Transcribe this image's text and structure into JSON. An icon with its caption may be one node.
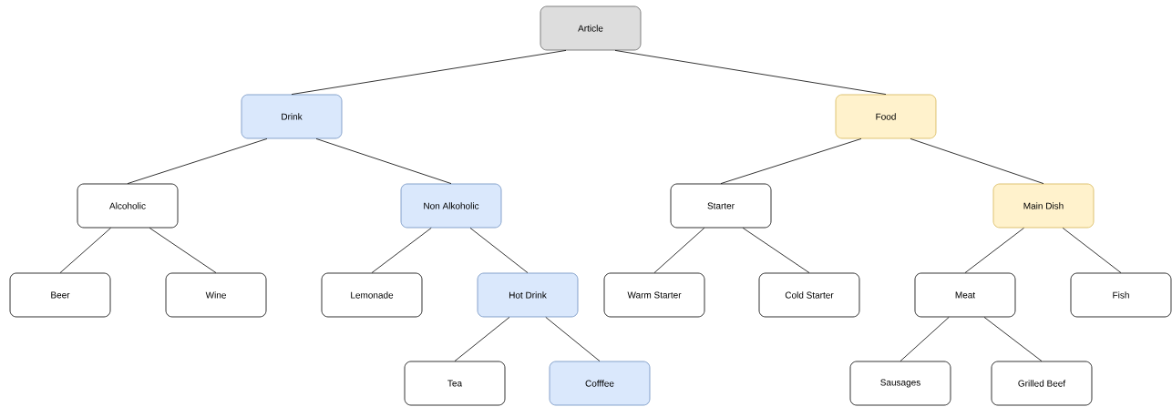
{
  "diagram": {
    "nodes": [
      {
        "text": [
          "Article"
        ]
      },
      {
        "text": [
          "Drink"
        ]
      },
      {
        "text": [
          "Food"
        ]
      },
      {
        "text": [
          "Alcoholic"
        ]
      },
      {
        "text": [
          "Non Alkoholic"
        ]
      },
      {
        "text": [
          "Starter"
        ]
      },
      {
        "text": [
          "Main Dish"
        ]
      },
      {
        "text": [
          "Beer"
        ]
      },
      {
        "text": [
          "Wine"
        ]
      },
      {
        "text": [
          "Lemonade"
        ]
      },
      {
        "text": [
          "Hot Drink"
        ]
      },
      {
        "text": [
          "Warm Starter"
        ]
      },
      {
        "text": [
          "Cold Starter"
        ]
      },
      {
        "text": [
          "Meat"
        ]
      },
      {
        "text": [
          "Fish"
        ]
      },
      {
        "text": [
          "Tea"
        ]
      },
      {
        "text": [
          "Cofffee"
        ]
      },
      {
        "text": [
          "Sausages"
        ]
      },
      {
        "text": [
          "Grilled Beef"
        ]
      }
    ],
    "edges": [
      {
        "from": 0,
        "to": 1,
        "arrow": "none"
      },
      {
        "from": 0,
        "to": 2,
        "arrow": "none"
      },
      {
        "from": 1,
        "to": 3,
        "arrow": "none"
      },
      {
        "from": 1,
        "to": 4,
        "arrow": "none"
      },
      {
        "from": 2,
        "to": 5,
        "arrow": "none"
      },
      {
        "from": 2,
        "to": 6,
        "arrow": "none"
      },
      {
        "from": 3,
        "to": 7,
        "arrow": "none"
      },
      {
        "from": 3,
        "to": 8,
        "arrow": "none"
      },
      {
        "from": 4,
        "to": 9,
        "arrow": "none"
      },
      {
        "from": 4,
        "to": 10,
        "arrow": "none"
      },
      {
        "from": 5,
        "to": 11,
        "arrow": "none"
      },
      {
        "from": 5,
        "to": 12,
        "arrow": "none"
      },
      {
        "from": 6,
        "to": 13,
        "arrow": "none"
      },
      {
        "from": 6,
        "to": 14,
        "arrow": "none"
      },
      {
        "from": 10,
        "to": 15,
        "arrow": "none"
      },
      {
        "from": 10,
        "to": 16,
        "arrow": "none"
      },
      {
        "from": 13,
        "to": 17,
        "arrow": "none"
      },
      {
        "from": 13,
        "to": 18,
        "arrow": "none"
      }
    ]
  }
}
